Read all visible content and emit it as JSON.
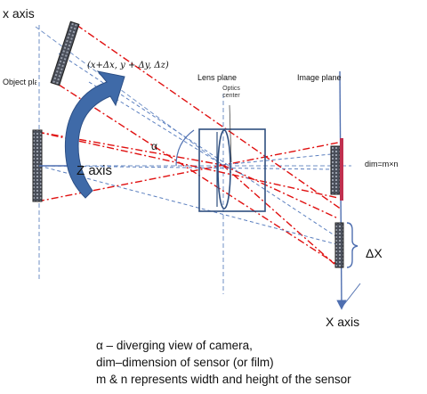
{
  "labels": {
    "x_axis": "x axis",
    "object_plane": "Object plane",
    "coordinate": "(x+Δx, y + Δy, Δz)",
    "lens_plane": "Lens plane",
    "optics_center": "Optics center",
    "image_plane": "Image plane",
    "alpha": "α",
    "z_axis": "Z axis",
    "dim": "dim=m×n",
    "delta_x": "ΔX",
    "big_x_axis": "X axis"
  },
  "caption": [
    "α – diverging view of camera,",
    "dim–dimension of sensor (or film)",
    "m & n represents width and height of the sensor"
  ],
  "colors": {
    "ray_red": "#e01010",
    "ray_blue": "#5b7fbf",
    "lens_box": "#2f4f7f",
    "axis_blue": "#4f6fb0",
    "arrow_fill": "#3f6aa8",
    "sensor_red": "#c0304f"
  }
}
